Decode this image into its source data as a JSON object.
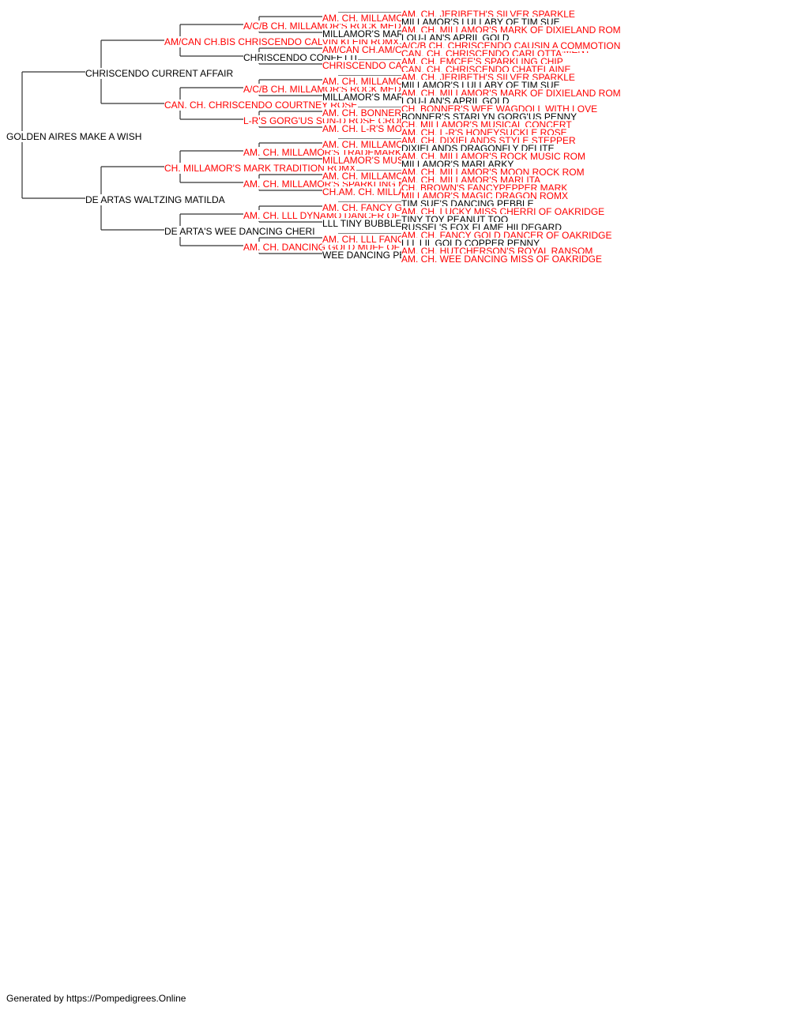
{
  "colors": {
    "champion": "#ff0000",
    "regular": "#000000",
    "line": "#333333"
  },
  "footer": "Generated by https://Pompedigrees.Online",
  "pedigree": {
    "name": "GOLDEN AIRES MAKE A WISH",
    "champion": false,
    "sire": {
      "name": "CHRISCENDO CURRENT AFFAIR",
      "champion": false,
      "sire": {
        "name": "AM/CAN CH.BIS CHRISCENDO CALVIN KLEIN ROMX",
        "champion": true,
        "sire": {
          "name": "A/C/B CH. MILLAMOR'S ROCK MEDALLION ROM",
          "champion": true,
          "sire": {
            "name": "AM. CH. MILLAMOR'S MOON ROCK ROM",
            "champion": true,
            "sire": {
              "name": "AM. CH. JERIBETH'S SILVER SPARKLE",
              "champion": true
            },
            "dam": {
              "name": "MILLAMOR'S LULLABY OF TIM SUE",
              "champion": false
            }
          },
          "dam": {
            "name": "MILLAMOR'S MARRILYNN",
            "champion": false,
            "sire": {
              "name": "AM. CH. MILLAMOR'S MARK OF DIXIELAND ROM",
              "champion": true
            },
            "dam": {
              "name": "LOU-LAN'S APRIL GOLD",
              "champion": false
            }
          }
        },
        "dam": {
          "name": "CHRISCENDO CONFETTI",
          "champion": false,
          "sire": {
            "name": "AM/CAN CH.AM/CAN CH. CHRISCENDO CAUSIN COMMENT",
            "champion": true,
            "sire": {
              "name": "A/C/B CH. CHRISCENDO CAUSIN A COMMOTION",
              "champion": true
            },
            "dam": {
              "name": "CAN. CH. CHRISCENDO CARLOTTA",
              "champion": true
            }
          },
          "dam": {
            "name": "CHRISCENDO CASSANDRA CROM",
            "champion": true,
            "sire": {
              "name": "AM. CH. EMCEE'S SPARKLING CHIP",
              "champion": true
            },
            "dam": {
              "name": "CAN. CH. CHRISCENDO CHATELAINE",
              "champion": true
            }
          }
        }
      },
      "dam": {
        "name": "CAN. CH. CHRISCENDO COURTNEY ROSE",
        "champion": true,
        "sire": {
          "name": "A/C/B CH. MILLAMOR'S ROCK MEDALLION ROM",
          "champion": true,
          "sire": {
            "name": "AM. CH. MILLAMOR'S MOON ROCK ROM",
            "champion": true,
            "sire": {
              "name": "AM. CH. JERIBETH'S SILVER SPARKLE",
              "champion": true
            },
            "dam": {
              "name": "MILLAMOR'S LULLABY OF TIM SUE",
              "champion": false
            }
          },
          "dam": {
            "name": "MILLAMOR'S MARRILYNN",
            "champion": false,
            "sire": {
              "name": "AM. CH. MILLAMOR'S MARK OF DIXIELAND ROM",
              "champion": true
            },
            "dam": {
              "name": "LOU-LAN'S APRIL GOLD",
              "champion": false
            }
          }
        },
        "dam": {
          "name": "L-R'S GORG'US SUN-D ROSE CROM",
          "champion": true,
          "sire": {
            "name": "AM. CH. BONNER'S PENWAG SUNDUST",
            "champion": true,
            "sire": {
              "name": "CH. BONNER'S WEE WAGDOLL WITH LOVE",
              "champion": true
            },
            "dam": {
              "name": "BONNER'S STARLYN GORG'US PENNY",
              "champion": false
            }
          },
          "dam": {
            "name": "AM. CH. L-R'S MOONLYT N ROSES",
            "champion": true,
            "sire": {
              "name": "CH. MILLAMOR'S MUSICAL CONCERT",
              "champion": true
            },
            "dam": {
              "name": "AM. CH. L-R'S HONEYSUCKLE ROSE",
              "champion": true
            }
          }
        }
      }
    },
    "dam": {
      "name": "DE ARTAS WALTZING MATILDA",
      "champion": false,
      "sire": {
        "name": "CH. MILLAMOR'S MARK TRADITION ROMX",
        "champion": true,
        "sire": {
          "name": "AM. CH. MILLAMOR'S TRADEMARK ROM",
          "champion": true,
          "sire": {
            "name": "AM. CH. MILLAMOR'S MARK OF DIXIELAND ROM",
            "champion": true,
            "sire": {
              "name": "AM. CH. DIXIELANDS STYLE STEPPER",
              "champion": true
            },
            "dam": {
              "name": "DIXIELANDS DRAGONFLY DELITE",
              "champion": false
            }
          },
          "dam": {
            "name": "MILLAMOR'S MUSICAL BOX ROM",
            "champion": true,
            "sire": {
              "name": "AM. CH. MILLAMOR'S ROCK MUSIC ROM",
              "champion": true
            },
            "dam": {
              "name": "MILLAMOR'S MARLARKY",
              "champion": false
            }
          }
        },
        "dam": {
          "name": "AM. CH. MILLAMOR'S SPARKLING MUSIC",
          "champion": true,
          "sire": {
            "name": "AM. CH. MILLAMOR'S ROCK MUSIC ROM",
            "champion": true,
            "sire": {
              "name": "AM. CH. MILLAMOR'S MOON ROCK ROM",
              "champion": true
            },
            "dam": {
              "name": "AM. CH. MILLAMOR'S MARLITA",
              "champion": true
            }
          },
          "dam": {
            "name": "CH.AM. CH. MILLAMOR'S MOLLY BROWN",
            "champion": true,
            "sire": {
              "name": "CH. BROWN'S FANCYPEPPER MARK",
              "champion": true
            },
            "dam": {
              "name": "MILLAMOR'S MAGIC DRAGON ROMX",
              "champion": true
            }
          }
        }
      },
      "dam": {
        "name": "DE ARTA'S WEE DANCING CHERI",
        "champion": false,
        "sire": {
          "name": "AM. CH. LLL DYNAMO DANCER OF OAKRIDGE",
          "champion": true,
          "sire": {
            "name": "AM. CH. FANCY GOLD DANCER OF OAKRIDGE",
            "champion": true,
            "sire": {
              "name": "TIM SUE'S DANCING PEBBLE",
              "champion": false
            },
            "dam": {
              "name": "AM. CH. LUCKY MISS CHERRI OF OAKRIDGE",
              "champion": true
            }
          },
          "dam": {
            "name": "LLL TINY BUBBLES IN THE WINE",
            "champion": false,
            "sire": {
              "name": "TINY TOY PEANUT TOO",
              "champion": false
            },
            "dam": {
              "name": "RUSSEL'S FOX FLAME HILDEGARD",
              "champion": false
            }
          }
        },
        "dam": {
          "name": "AM. CH. DANCING GOLD MUFF OF OAKRIDGE",
          "champion": true,
          "sire": {
            "name": "AM. CH. LLL FANCY GOLD CRICKET ROM",
            "champion": true,
            "sire": {
              "name": "AM. CH. FANCY GOLD DANCER OF OAKRIDGE",
              "champion": true
            },
            "dam": {
              "name": "LLL LIL GOLD COPPER PENNY",
              "champion": false
            }
          },
          "dam": {
            "name": "WEE DANCING PENNY OF OAKRIDGE",
            "champion": false,
            "sire": {
              "name": "AM. CH. HUTCHERSON'S ROYAL RANSOM",
              "champion": true
            },
            "dam": {
              "name": "AM. CH. WEE DANCING MISS OF OAKRIDGE",
              "champion": true
            }
          }
        }
      }
    }
  }
}
